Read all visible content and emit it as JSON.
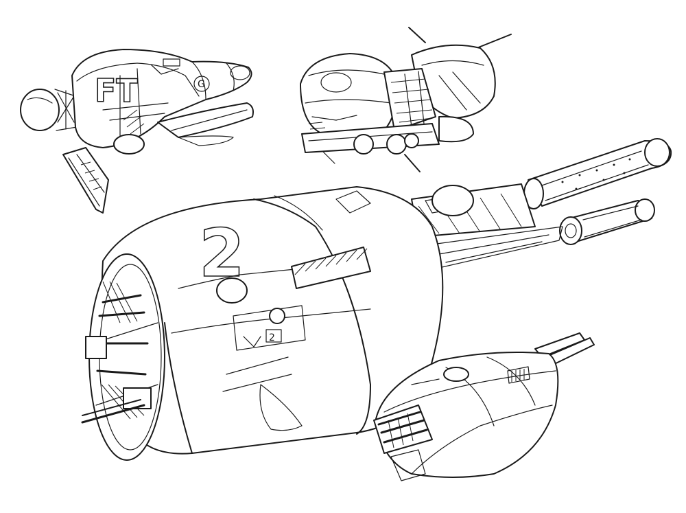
{
  "colors": {
    "background": "#ffffff",
    "ink": "#1a1a1a"
  },
  "drawings": [
    {
      "id": "ship-top-left",
      "hull_marking": "FT",
      "badge_marking": "G"
    },
    {
      "id": "ship-top-right"
    },
    {
      "id": "ship-center",
      "hull_marking": "2",
      "panel_marking": "2"
    },
    {
      "id": "ship-bottom-right"
    }
  ]
}
